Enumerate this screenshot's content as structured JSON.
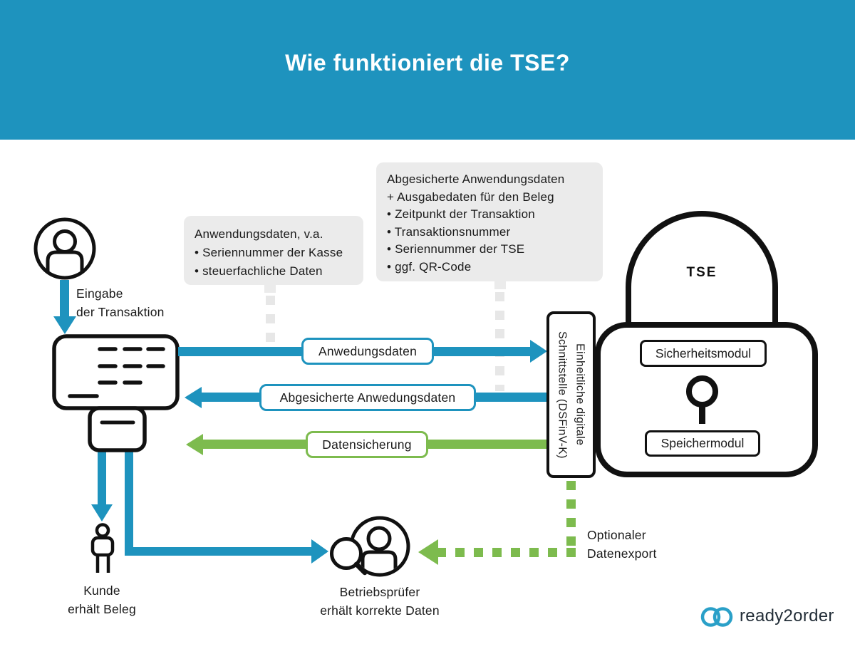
{
  "header": {
    "title": "Wie funktioniert die TSE?"
  },
  "colors": {
    "banner_blue": "#1e93be",
    "flow_blue": "#1e93be",
    "flow_green": "#7dbb4e",
    "callout_gray": "#ebebeb",
    "outline_black": "#111111"
  },
  "input_flow": {
    "label_line1": "Eingabe",
    "label_line2": "der Transaktion"
  },
  "callouts": {
    "application_data": {
      "title": "Anwendungsdaten, v.a.",
      "items": [
        "• Seriennummer der Kasse",
        "• steuerfachliche Daten"
      ]
    },
    "secured_data": {
      "title_line1": "Abgesicherte Anwendungsdaten",
      "title_line2": "+ Ausgabedaten für den Beleg",
      "items": [
        "• Zeitpunkt der Transaktion",
        "• Transaktionsnummer",
        "• Seriennummer der TSE",
        "• ggf. QR-Code"
      ]
    }
  },
  "flows": {
    "to_tse_label": "Anwedungsdaten",
    "from_tse_label": "Abgesicherte Anwedungsdaten",
    "backup_label": "Datensicherung",
    "export_label_line1": "Optionaler",
    "export_label_line2": "Datenexport"
  },
  "interface_box": {
    "line1": "Einheitliche digitale",
    "line2": "Schnittstelle (DSFinV-K)"
  },
  "tse": {
    "title": "TSE",
    "security_module": "Sicherheitsmodul",
    "storage_module": "Speichermodul"
  },
  "customer": {
    "label_line1": "Kunde",
    "label_line2": "erhält Beleg"
  },
  "auditor": {
    "label_line1": "Betriebsprüfer",
    "label_line2": "erhält korrekte Daten"
  },
  "logo": {
    "text": "ready2order"
  }
}
